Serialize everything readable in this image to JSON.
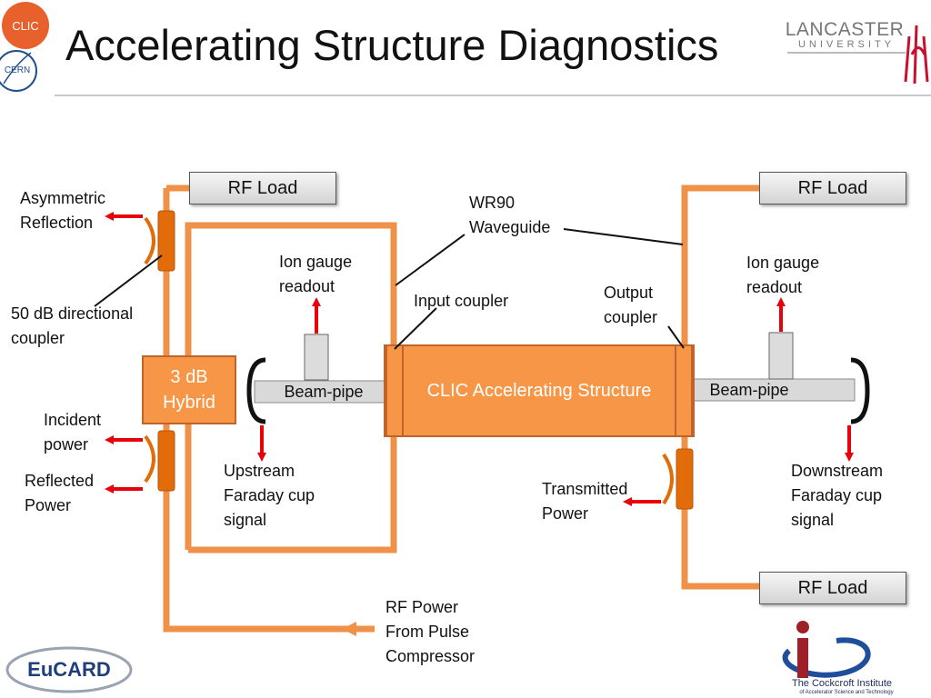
{
  "title": "Accelerating Structure Diagnostics",
  "logos": {
    "clic": "CLIC",
    "cern": "CERN",
    "lancaster_line1": "LANCASTER",
    "lancaster_line2": "UNIVERSITY",
    "eucard": "EuCARD",
    "cockcroft_line1": "The Cockcroft Institute",
    "cockcroft_line2": "of Accelerator Science and Technology"
  },
  "boxes": {
    "rf_load_left": "RF Load",
    "rf_load_right_top": "RF Load",
    "rf_load_right_bottom": "RF Load",
    "hybrid": "3 dB\nHybrid",
    "structure": "CLIC Accelerating Structure",
    "beam_pipe_left": "Beam-pipe",
    "beam_pipe_right": "Beam-pipe"
  },
  "labels": {
    "asymmetric_reflection": "Asymmetric\nReflection",
    "directional_coupler": "50 dB directional\ncoupler",
    "incident_power": "Incident\npower",
    "reflected_power": "Reflected\nPower",
    "ion_gauge_left": "Ion gauge\nreadout",
    "ion_gauge_right": "Ion gauge\nreadout",
    "wr90_waveguide": "WR90\nWaveguide",
    "input_coupler": "Input coupler",
    "output_coupler": "Output\ncoupler",
    "upstream_faraday": "Upstream\nFaraday cup\nsignal",
    "downstream_faraday": "Downstream\nFaraday cup\nsignal",
    "transmitted_power": "Transmitted\nPower",
    "rf_power_source": "RF Power\nFrom Pulse\nCompressor"
  },
  "colors": {
    "waveguide": "#f0914a",
    "coupler": "#e36c0a",
    "structure_fill": "#f79646",
    "arrow": "#e8000b"
  }
}
